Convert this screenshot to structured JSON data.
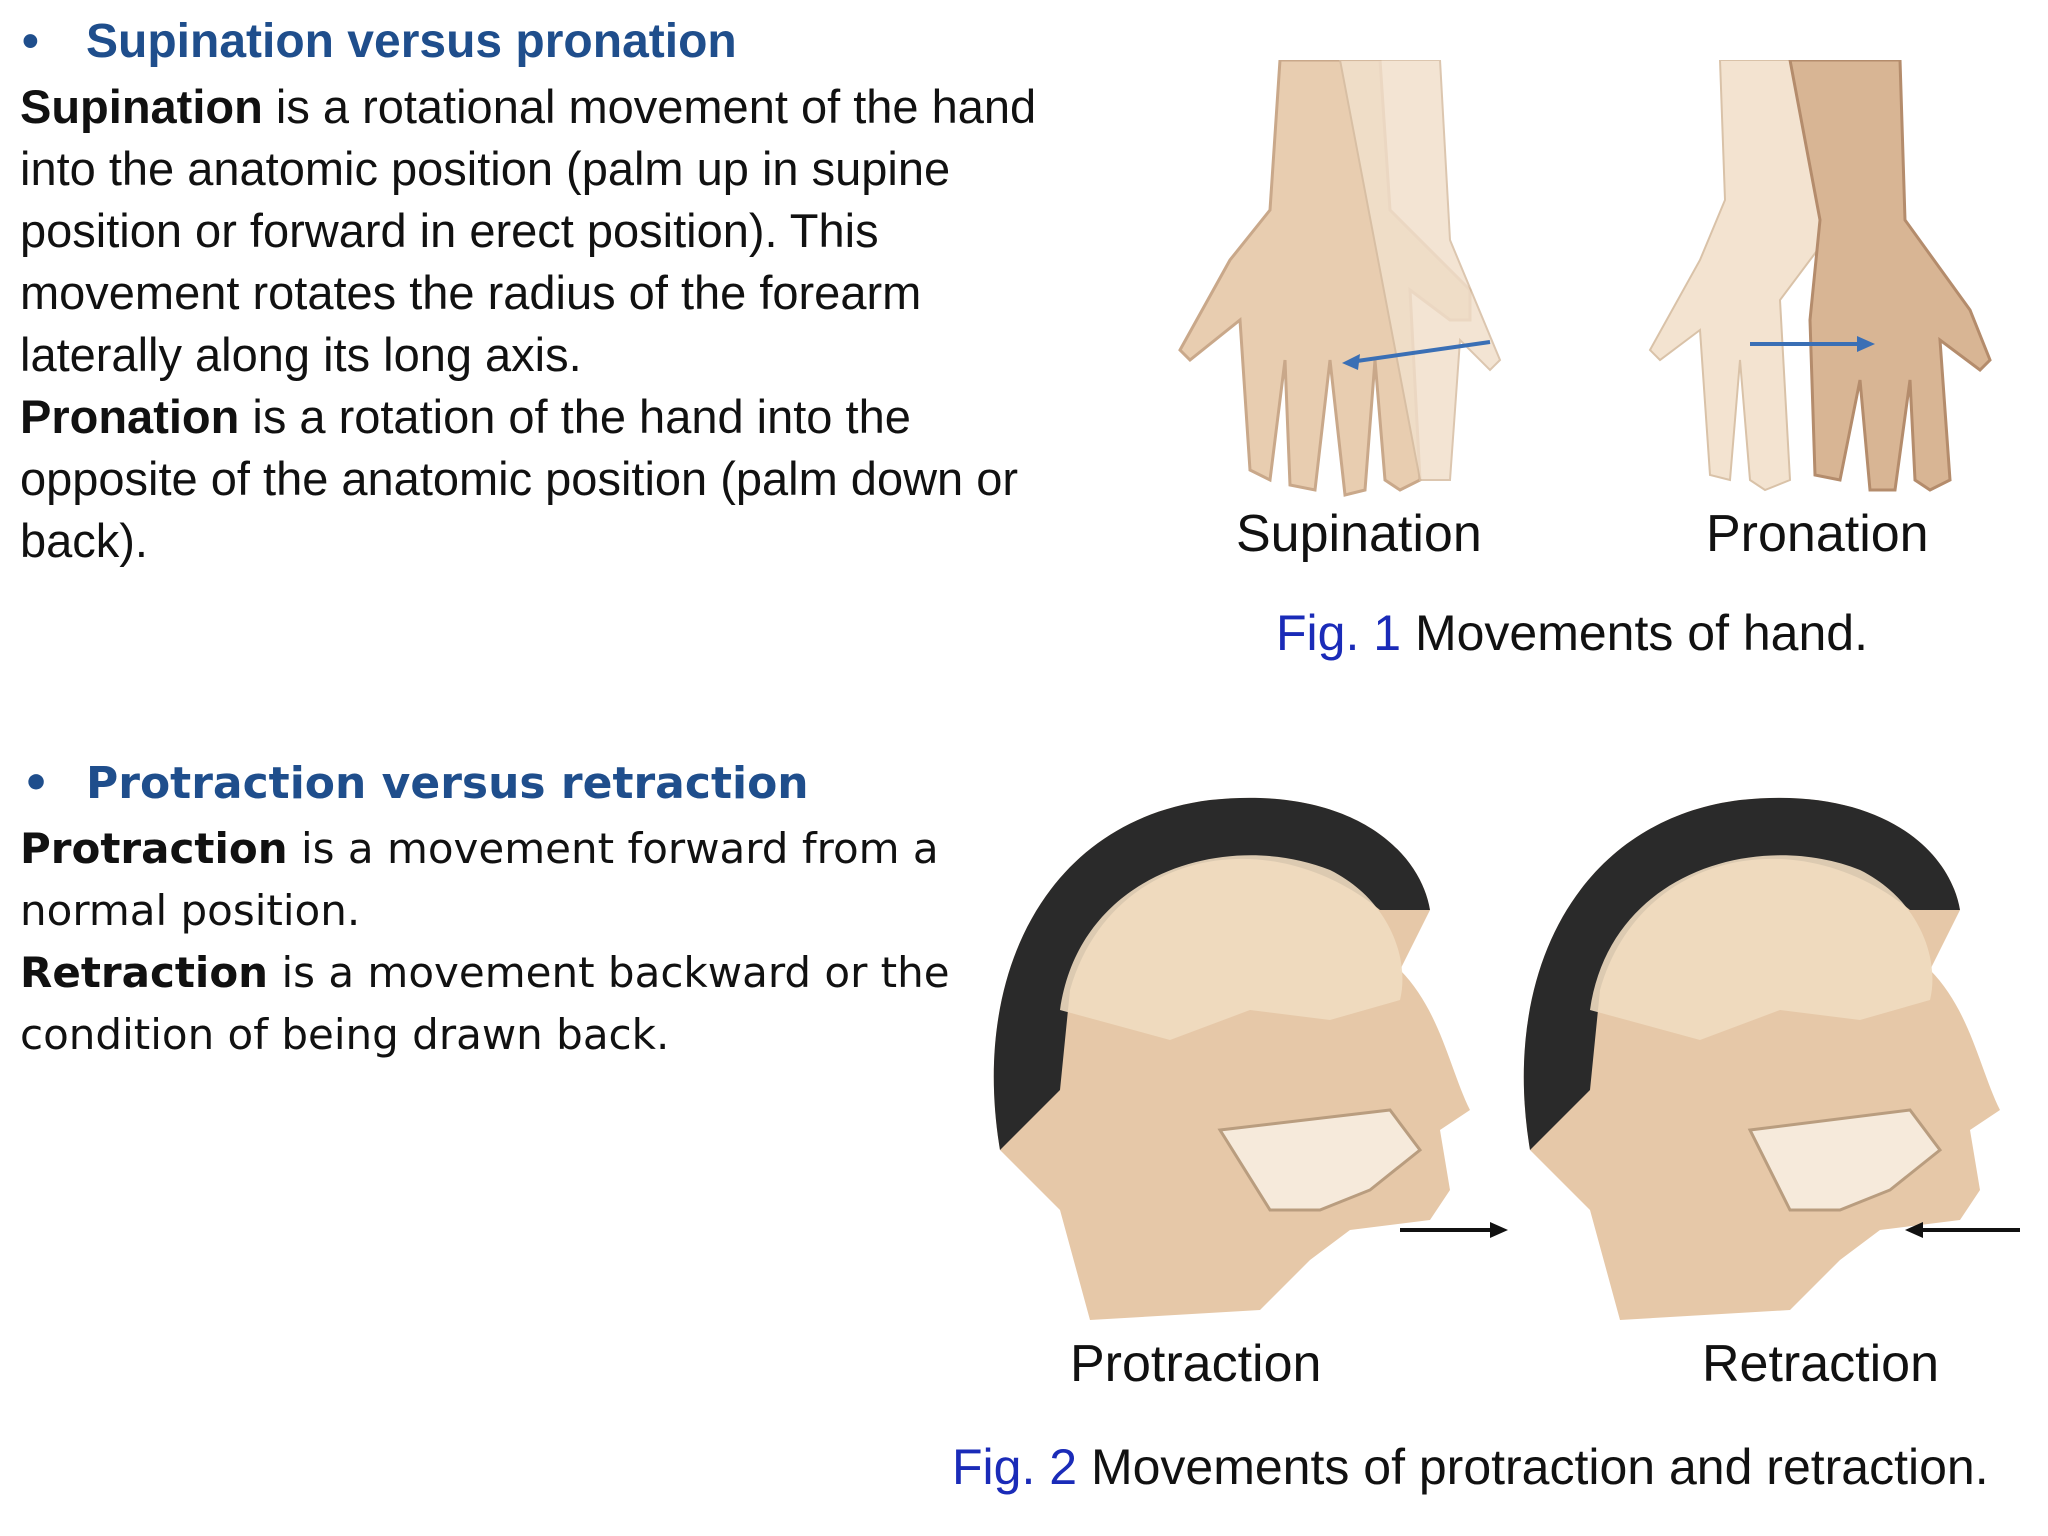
{
  "section1": {
    "bullet": "•",
    "heading": "Supination versus pronation",
    "p1_term": "Supination",
    "p1_text": " is a rotational movement of the hand into the anatomic position (palm up in supine position or forward in erect position). This movement rotates the radius of the forearm laterally along its long axis.",
    "p2_term": "Pronation",
    "p2_text": " is a rotation of the hand into the opposite of the anatomic position (palm down or back)."
  },
  "section2": {
    "bullet": "•",
    "heading": "Protraction versus retraction",
    "p1_term": "Protraction",
    "p1_text": " is a movement forward from a normal position.",
    "p2_term": "Retraction",
    "p2_text": " is a movement backward or the condition of being drawn back."
  },
  "figure1": {
    "label_left": "Supination",
    "label_right": "Pronation",
    "caption_num": "Fig. 1",
    "caption_text": " Movements of hand."
  },
  "figure2": {
    "label_left": "Protraction",
    "label_right": "Retraction",
    "caption_num": "Fig. 2",
    "caption_text": " Movements of protraction and retraction."
  },
  "colors": {
    "heading": "#1f4e8c",
    "fig_number": "#1a2bb8",
    "arrow_hand": "#3a6fb5",
    "skin": "#e6c8a8",
    "skull": "#f0dcc0",
    "hair": "#2a2a2a"
  }
}
